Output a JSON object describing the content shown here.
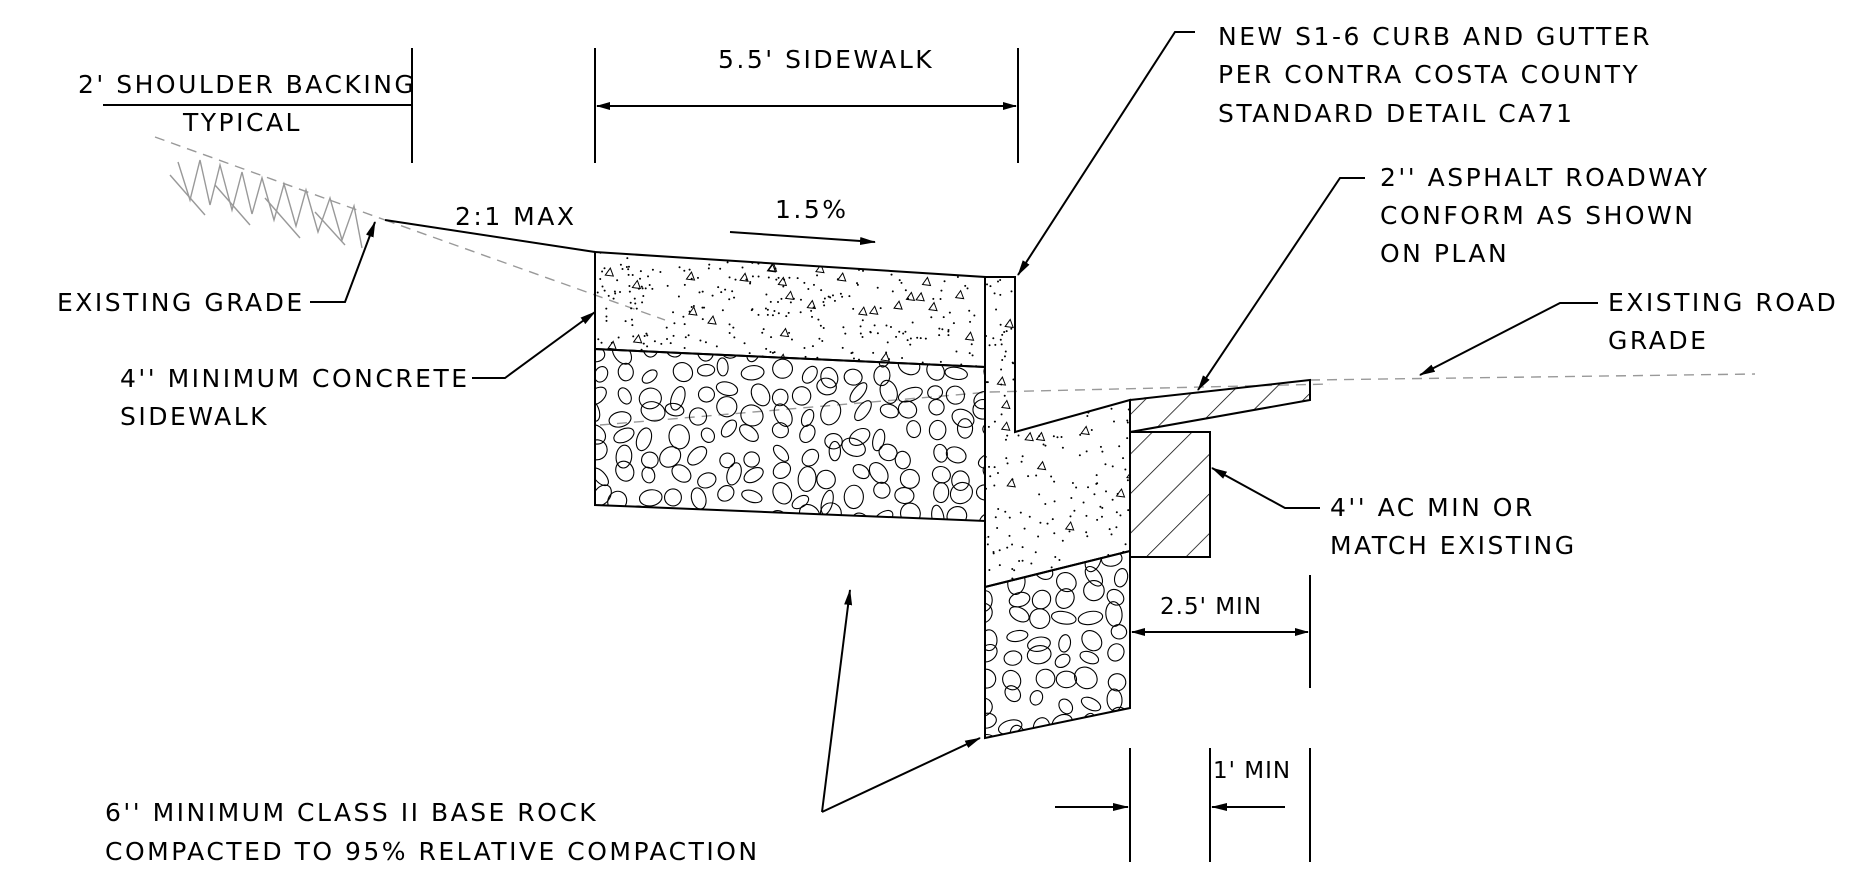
{
  "labels": {
    "shoulder_backing": "2' SHOULDER BACKING",
    "typical": "TYPICAL",
    "sidewalk_width": "5.5' SIDEWALK",
    "curb_gutter_1": "NEW  S1-6  CURB  AND  GUTTER",
    "curb_gutter_2": "PER  CONTRA  COSTA  COUNTY",
    "curb_gutter_3": "STANDARD  DETAIL  CA71",
    "asphalt_1": "2''  ASPHALT  ROADWAY",
    "asphalt_2": "CONFORM  AS  SHOWN",
    "asphalt_3": "ON  PLAN",
    "slope_max": "2:1 MAX",
    "cross_slope": "1.5%",
    "existing_grade": "EXISTING  GRADE",
    "existing_road_1": "EXISTING  ROAD",
    "existing_road_2": "GRADE",
    "concrete_1": "4''  MINIMUM  CONCRETE",
    "concrete_2": "SIDEWALK",
    "ac_1": "4''  AC  MIN  OR",
    "ac_2": "MATCH  EXISTING",
    "min_25": "2.5' MIN",
    "min_1": "1' MIN",
    "base_rock_1": "6''  MINIMUM  CLASS  II BASE  ROCK",
    "base_rock_2": "COMPACTED  TO  95%  RELATIVE  COMPACTION"
  },
  "colors": {
    "ink": "#000000",
    "hatch_gray": "#999999",
    "background": "#ffffff"
  }
}
